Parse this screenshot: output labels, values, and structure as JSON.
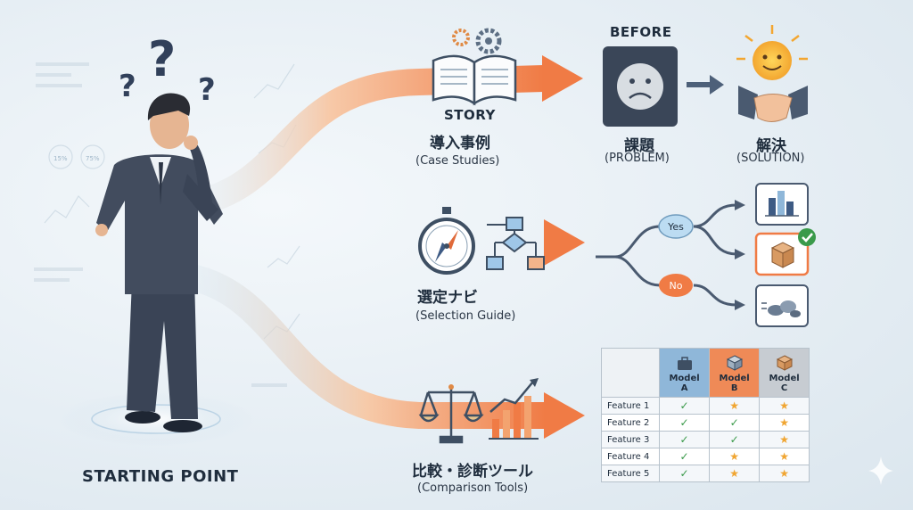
{
  "labels": {
    "story_en": "STORY",
    "story_jp": "導入事例",
    "story_sub": "(Case Studies)",
    "before": "BEFORE",
    "problem_jp": "課題",
    "problem_sub": "(PROBLEM)",
    "solution_jp": "解決",
    "solution_sub": "(SOLUTION)",
    "guide_jp": "選定ナビ",
    "guide_sub": "(Selection Guide)",
    "yes": "Yes",
    "no": "No",
    "tools_jp": "比較・診断ツール",
    "tools_sub": "(Comparison Tools)",
    "starting_point": "STARTING POINT"
  },
  "dashboard_percent_labels": [
    "15%",
    "75%"
  ],
  "comparison_table": {
    "columns": [
      "Model A",
      "Model B",
      "Model C"
    ],
    "rows": [
      {
        "feature": "Feature 1",
        "marks": [
          "check",
          "star",
          "star"
        ]
      },
      {
        "feature": "Feature 2",
        "marks": [
          "check",
          "check",
          "star"
        ]
      },
      {
        "feature": "Feature 3",
        "marks": [
          "check",
          "check",
          "star"
        ]
      },
      {
        "feature": "Feature 4",
        "marks": [
          "check",
          "star",
          "star"
        ]
      },
      {
        "feature": "Feature 5",
        "marks": [
          "check",
          "star",
          "star"
        ]
      }
    ]
  },
  "colors": {
    "arrow_orange": "#f07b45",
    "arrow_blue": "#8cc3e6",
    "yes_badge": "#bcdcf2",
    "no_badge": "#f07b45",
    "check": "#3a9a4a",
    "star": "#f0a531"
  },
  "icons": [
    "question-mark-icon",
    "gear-icon",
    "book-icon",
    "sad-face-icon",
    "sun-smile-icon",
    "handshake-icon",
    "compass-icon",
    "flowchart-icon",
    "bar-chart-icon",
    "box-icon",
    "checkmark-icon",
    "stones-icon",
    "balance-scale-icon",
    "rising-chart-icon",
    "briefcase-icon",
    "cube-icon",
    "sparkle-icon"
  ]
}
